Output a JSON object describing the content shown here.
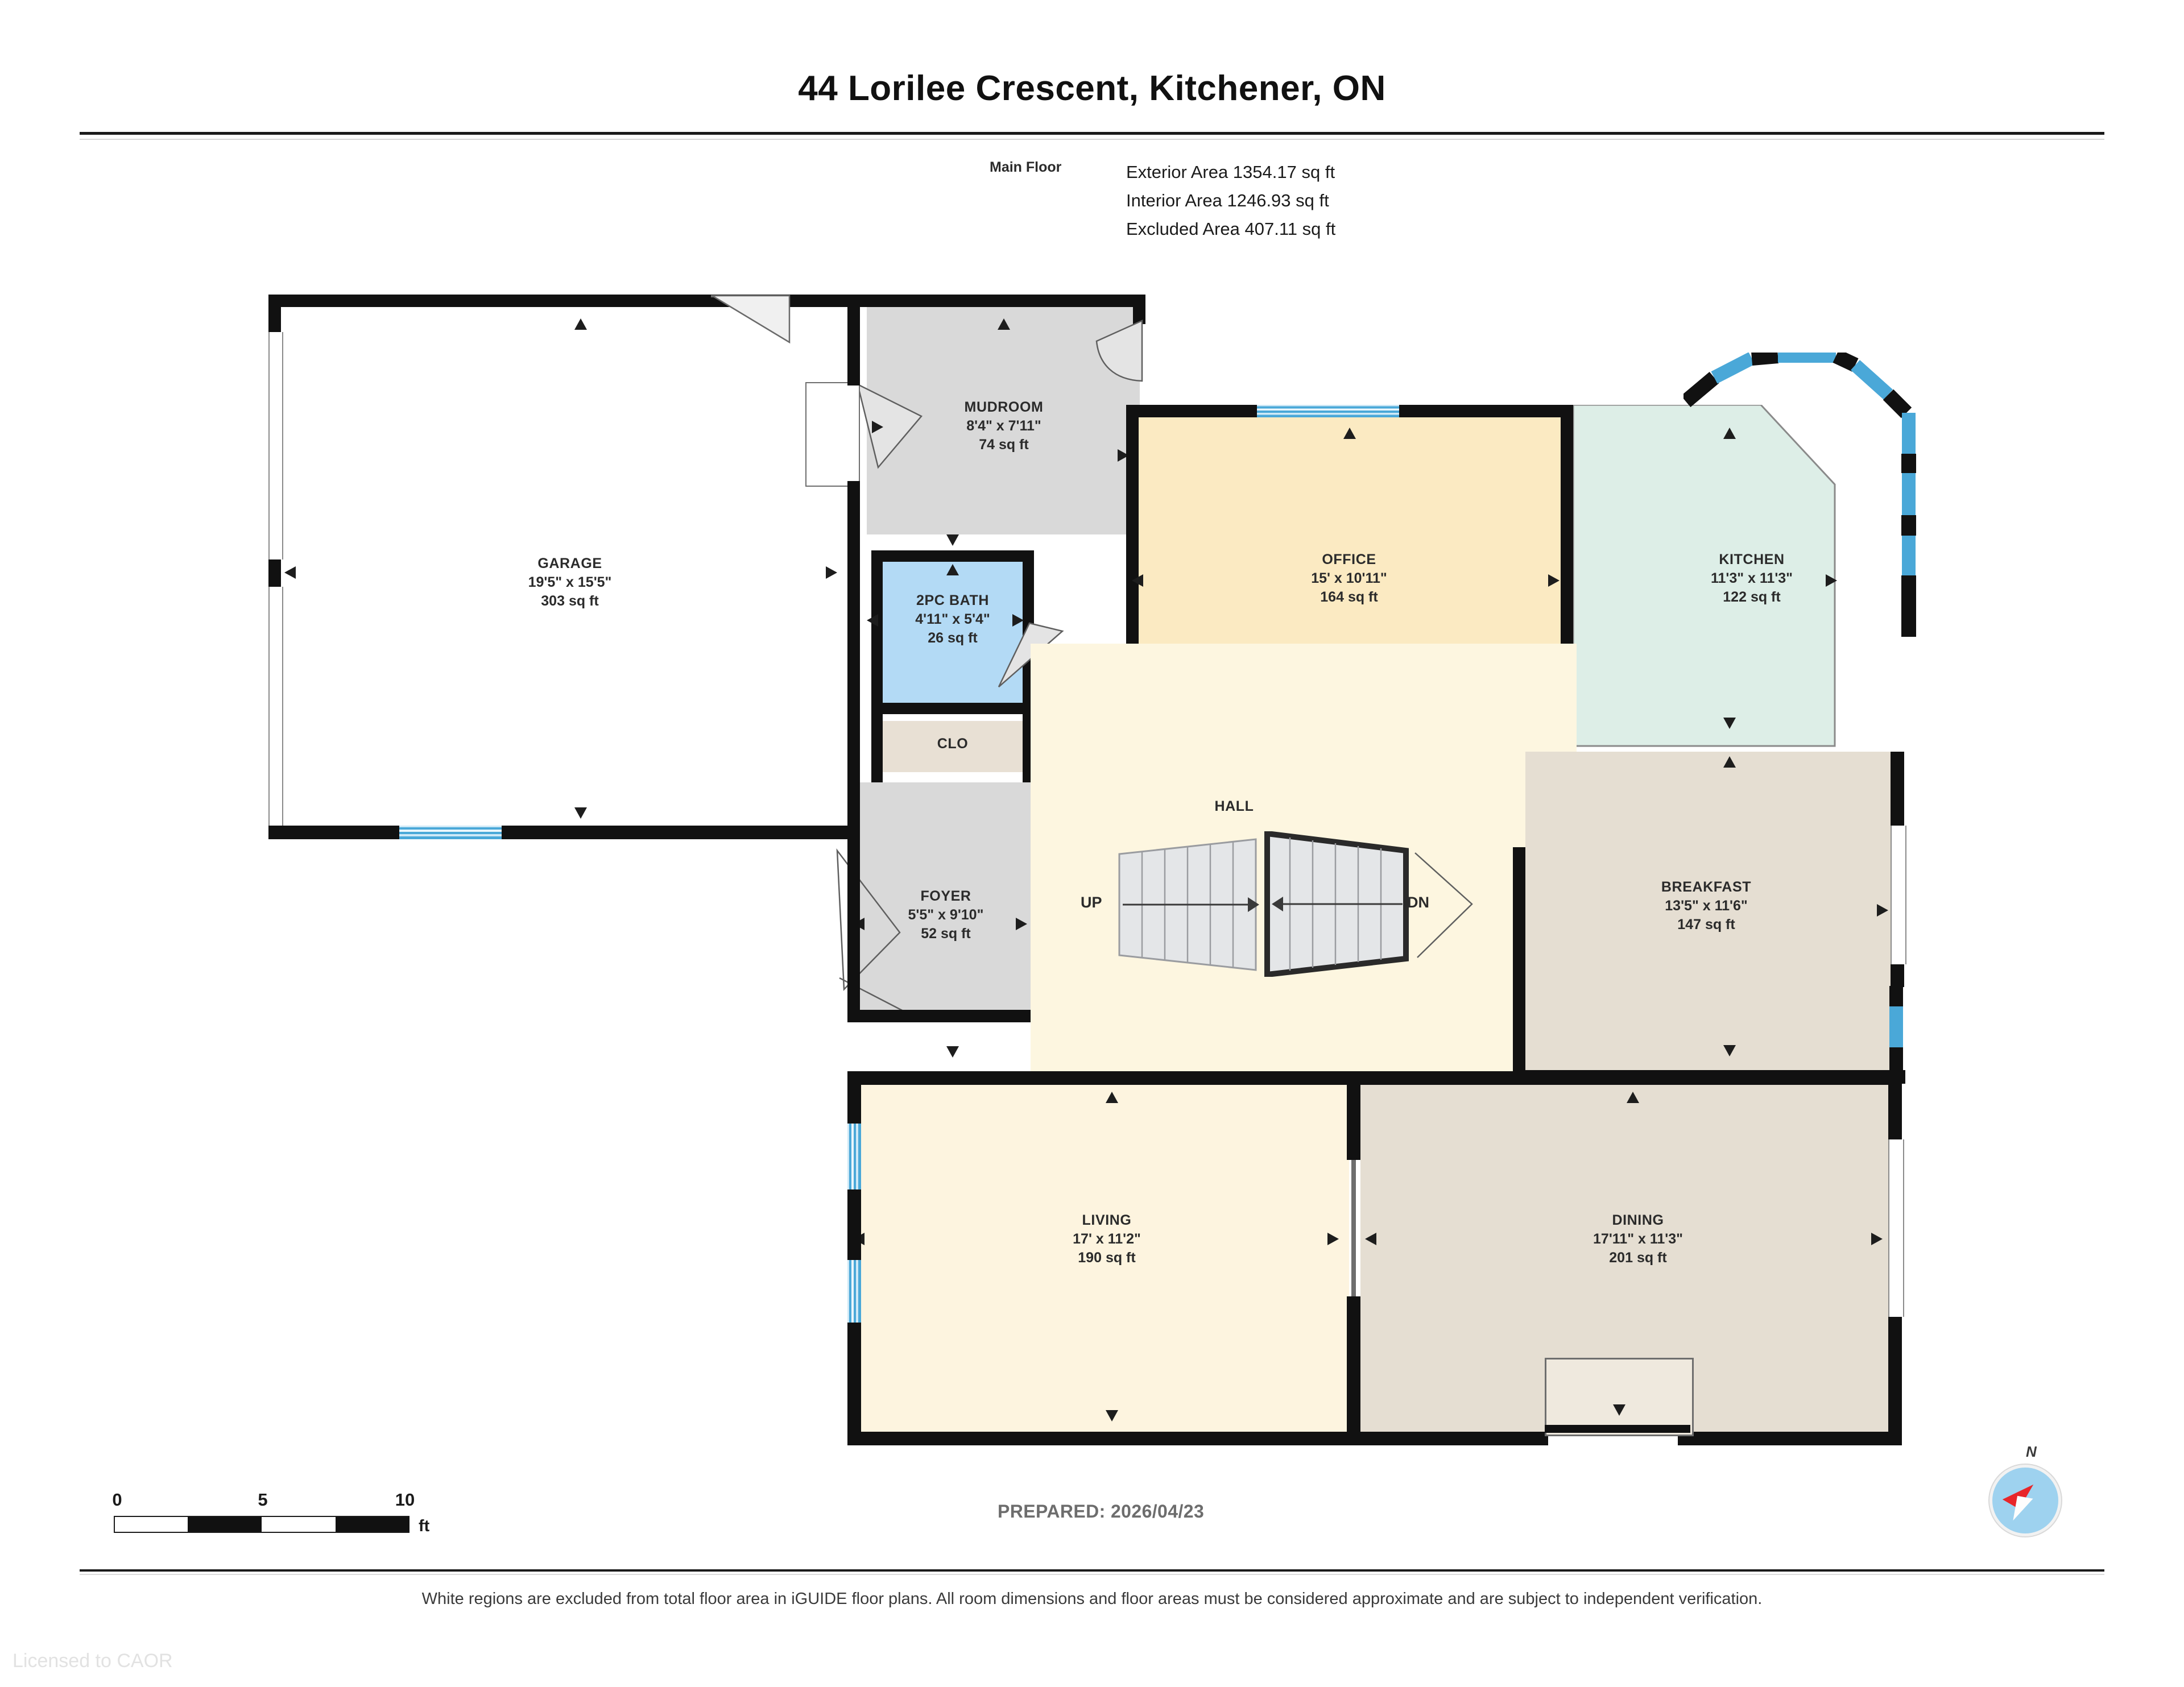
{
  "header": {
    "title": "44 Lorilee Crescent, Kitchener, ON",
    "floor_label": "Main Floor",
    "areas": [
      "Exterior Area 1354.17 sq ft",
      "Interior Area 1246.93 sq ft",
      "Excluded Area 407.11 sq ft"
    ]
  },
  "rooms": [
    {
      "name": "GARAGE",
      "dims": "19'5\" x 15'5\"",
      "area": "303 sq ft",
      "fill": "#ffffff"
    },
    {
      "name": "MUDROOM",
      "dims": "8'4\" x 7'11\"",
      "area": "74 sq ft",
      "fill": "#d9d9d9"
    },
    {
      "name": "2PC BATH",
      "dims": "4'11\" x 5'4\"",
      "area": "26 sq ft",
      "fill": "#b3daf5"
    },
    {
      "name": "CLO",
      "dims": "",
      "area": "",
      "fill": "#e8e0d4"
    },
    {
      "name": "FOYER",
      "dims": "5'5\" x 9'10\"",
      "area": "52 sq ft",
      "fill": "#d9d9d9"
    },
    {
      "name": "OFFICE",
      "dims": "15' x 10'11\"",
      "area": "164 sq ft",
      "fill": "#fbeac2"
    },
    {
      "name": "KITCHEN",
      "dims": "11'3\" x 11'3\"",
      "area": "122 sq ft",
      "fill": "#ddeee7"
    },
    {
      "name": "HALL",
      "dims": "",
      "area": "",
      "fill": "#fdf6e0"
    },
    {
      "name": "BREAKFAST",
      "dims": "13'5\" x 11'6\"",
      "area": "147 sq ft",
      "fill": "#e5ded2"
    },
    {
      "name": "LIVING",
      "dims": "17' x 11'2\"",
      "area": "190 sq ft",
      "fill": "#fdf4df"
    },
    {
      "name": "DINING",
      "dims": "17'11\" x 11'3\"",
      "area": "201 sq ft",
      "fill": "#e5ded2"
    }
  ],
  "stairs": {
    "up_label": "UP",
    "down_label": "DN"
  },
  "scale": {
    "ticks": [
      "0",
      "5",
      "10"
    ],
    "unit": "ft"
  },
  "footer": {
    "prepared": "PREPARED: 2026/04/23",
    "compass_label": "N",
    "disclaimer": "White regions are excluded from total floor area in iGUIDE floor plans. All room dimensions and floor areas must be considered approximate and are subject to independent verification.",
    "licensed": "Licensed to CAOR"
  },
  "colors": {
    "wall": "#111111",
    "window": "#4aa8d8",
    "bath": "#b3daf5",
    "office": "#fbeac2",
    "kitchen": "#ddeee7",
    "dining": "#e5ded2",
    "living": "#fdf4df",
    "hall": "#fdf6e0",
    "foyer": "#d9d9d9"
  }
}
